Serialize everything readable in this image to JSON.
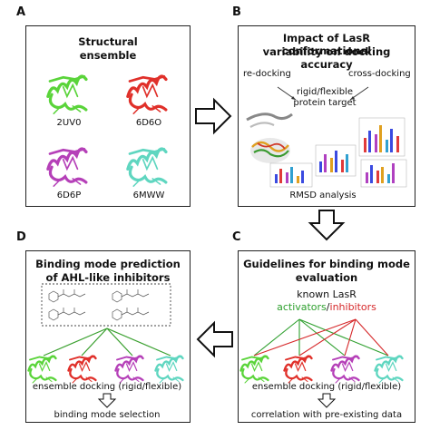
{
  "panels": {
    "a": {
      "letter": "A",
      "title_line1": "Structural",
      "title_line2": "ensemble",
      "structures": [
        "2UV0",
        "6D6O",
        "6D6P",
        "6MWW"
      ]
    },
    "b": {
      "letter": "B",
      "title_line1": "Impact of LasR conformational",
      "title_line2": "variability on docking accuracy",
      "redocking": "re-docking",
      "crossdocking": "cross-docking",
      "rigid_line1": "rigid/flexible",
      "rigid_line2": "protein target",
      "rmsd": "RMSD analysis"
    },
    "c": {
      "letter": "C",
      "title_line1": "Guidelines for binding mode",
      "title_line2": "evaluation",
      "known": "known LasR",
      "activators": "activators",
      "slash": "/",
      "inhibitors": "inhibitors",
      "docking": "ensemble docking (rigid/flexible)",
      "correlation": "correlation with pre-existing data"
    },
    "d": {
      "letter": "D",
      "title_line1": "Binding mode prediction",
      "title_line2": "of AHL-like inhibitors",
      "docking": "ensemble docking (rigid/flexible)",
      "selection": "binding mode selection"
    }
  },
  "colors": {
    "green": "#5ad43a",
    "red": "#e0302a",
    "magenta": "#b540b8",
    "cyan": "#5fd6c0",
    "activator": "#2fa02f",
    "inhibitor": "#d6282a"
  }
}
